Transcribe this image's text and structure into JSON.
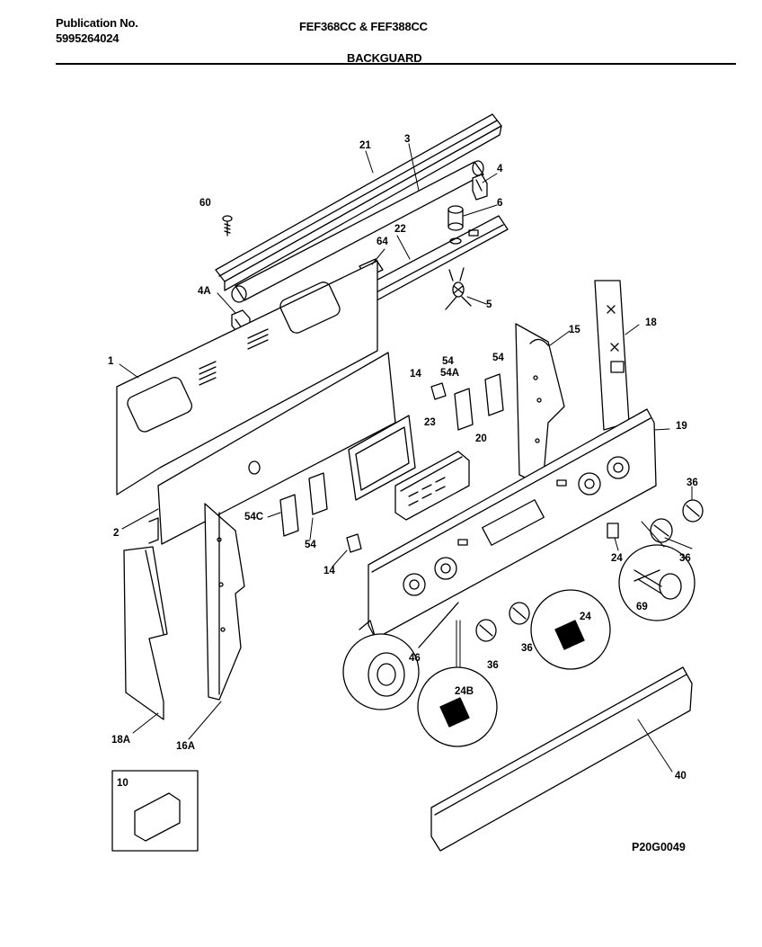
{
  "header": {
    "publication_label": "Publication No.",
    "publication_number": "5995264024",
    "models": "FEF368CC & FEF388CC",
    "section": "BACKGUARD"
  },
  "figure_code": "P20G0049",
  "callouts": {
    "c21": "21",
    "c3": "3",
    "c4": "4",
    "c60": "60",
    "c6": "6",
    "c64": "64",
    "c22": "22",
    "c4a": "4A",
    "c5": "5",
    "c15": "15",
    "c18": "18",
    "c1": "1",
    "c54_top": "54",
    "c54a": "54A",
    "c54_right": "54",
    "c14_top": "14",
    "c23": "23",
    "c19": "19",
    "c20": "20",
    "c36_r": "36",
    "c54c": "54C",
    "c54_left": "54",
    "c2": "2",
    "c14_bot": "14",
    "c24_a": "24",
    "c36_b": "36",
    "c69": "69",
    "c24_b": "24",
    "c46": "46",
    "c36_c": "36",
    "c36_d": "36",
    "c24b": "24B",
    "c18a": "18A",
    "c16a": "16A",
    "c40": "40",
    "c10": "10"
  }
}
